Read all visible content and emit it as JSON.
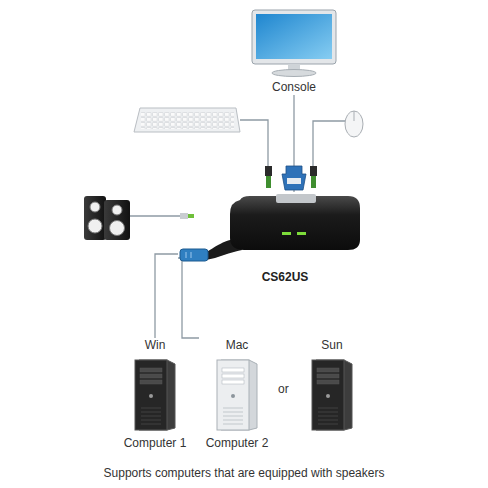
{
  "diagram": {
    "caption": "Supports computers that are equipped with speakers",
    "nodes": [
      {
        "text": [
          "Console"
        ]
      },
      {
        "text": [
          "CS62US"
        ]
      },
      {
        "text": [
          "Win",
          "Computer 1"
        ]
      },
      {
        "text": [
          "Mac",
          "Computer 2"
        ]
      },
      {
        "text": [
          "Sun"
        ]
      }
    ],
    "edges": [
      {
        "from": 0,
        "to": 1,
        "arrow": "none"
      },
      {
        "from": 1,
        "to": 2,
        "arrow": "none"
      },
      {
        "from": 1,
        "to": 3,
        "arrow": "none"
      }
    ],
    "labels": [
      "or"
    ]
  }
}
